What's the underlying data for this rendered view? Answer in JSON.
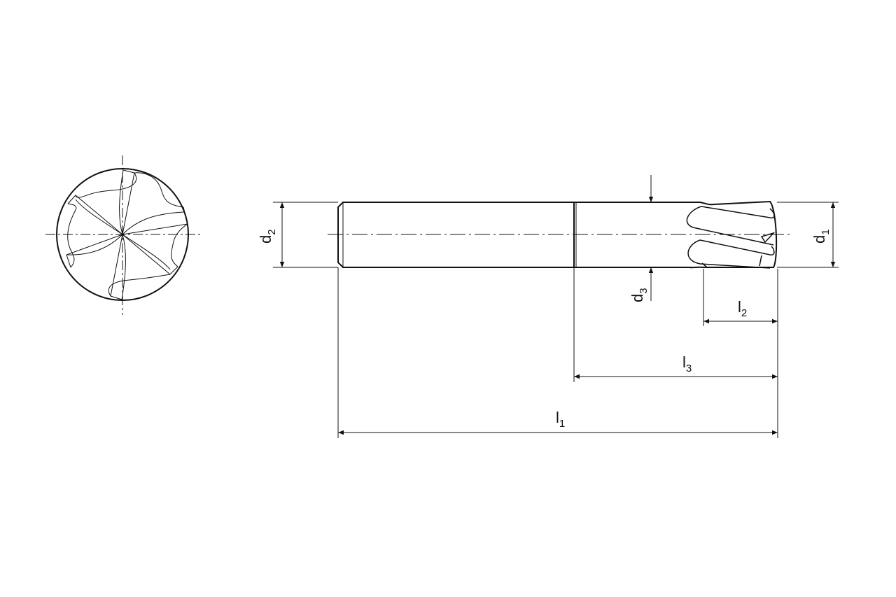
{
  "title": "Reamer technical drawing",
  "colors": {
    "line": "#111111",
    "background": "#ffffff"
  },
  "dimensions": {
    "d1": {
      "base": "d",
      "sub": "1"
    },
    "d2": {
      "base": "d",
      "sub": "2"
    },
    "d3": {
      "base": "d",
      "sub": "3"
    },
    "l1": {
      "base": "l",
      "sub": "1"
    },
    "l2": {
      "base": "l",
      "sub": "2"
    },
    "l3": {
      "base": "l",
      "sub": "3"
    }
  }
}
